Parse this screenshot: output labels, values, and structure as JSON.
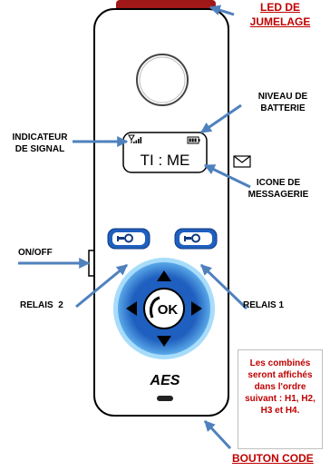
{
  "labels": {
    "led": [
      "LED DE",
      "JUMELAGE"
    ],
    "battery": [
      "NIVEAU DE",
      "BATTERIE"
    ],
    "signal": [
      "INDICATEUR",
      "DE SIGNAL"
    ],
    "message": [
      "ICONE DE",
      "MESSAGERIE"
    ],
    "onoff": "ON/OFF",
    "relay2": "RELAIS  2",
    "relay1": "RELAIS 1",
    "button_code": "BOUTON CODE"
  },
  "screen": {
    "text": "TI : ME"
  },
  "keypad": {
    "ok": "OK"
  },
  "brand": "AES",
  "note": "Les combinés seront affichés dans l'ordre suivant : H1, H2, H3 et H4.",
  "colors": {
    "arrow": "#4f81bd",
    "red_label": "#c00000",
    "key_blue": "#1f5fbf",
    "ring_light": "#9fd3f5"
  }
}
